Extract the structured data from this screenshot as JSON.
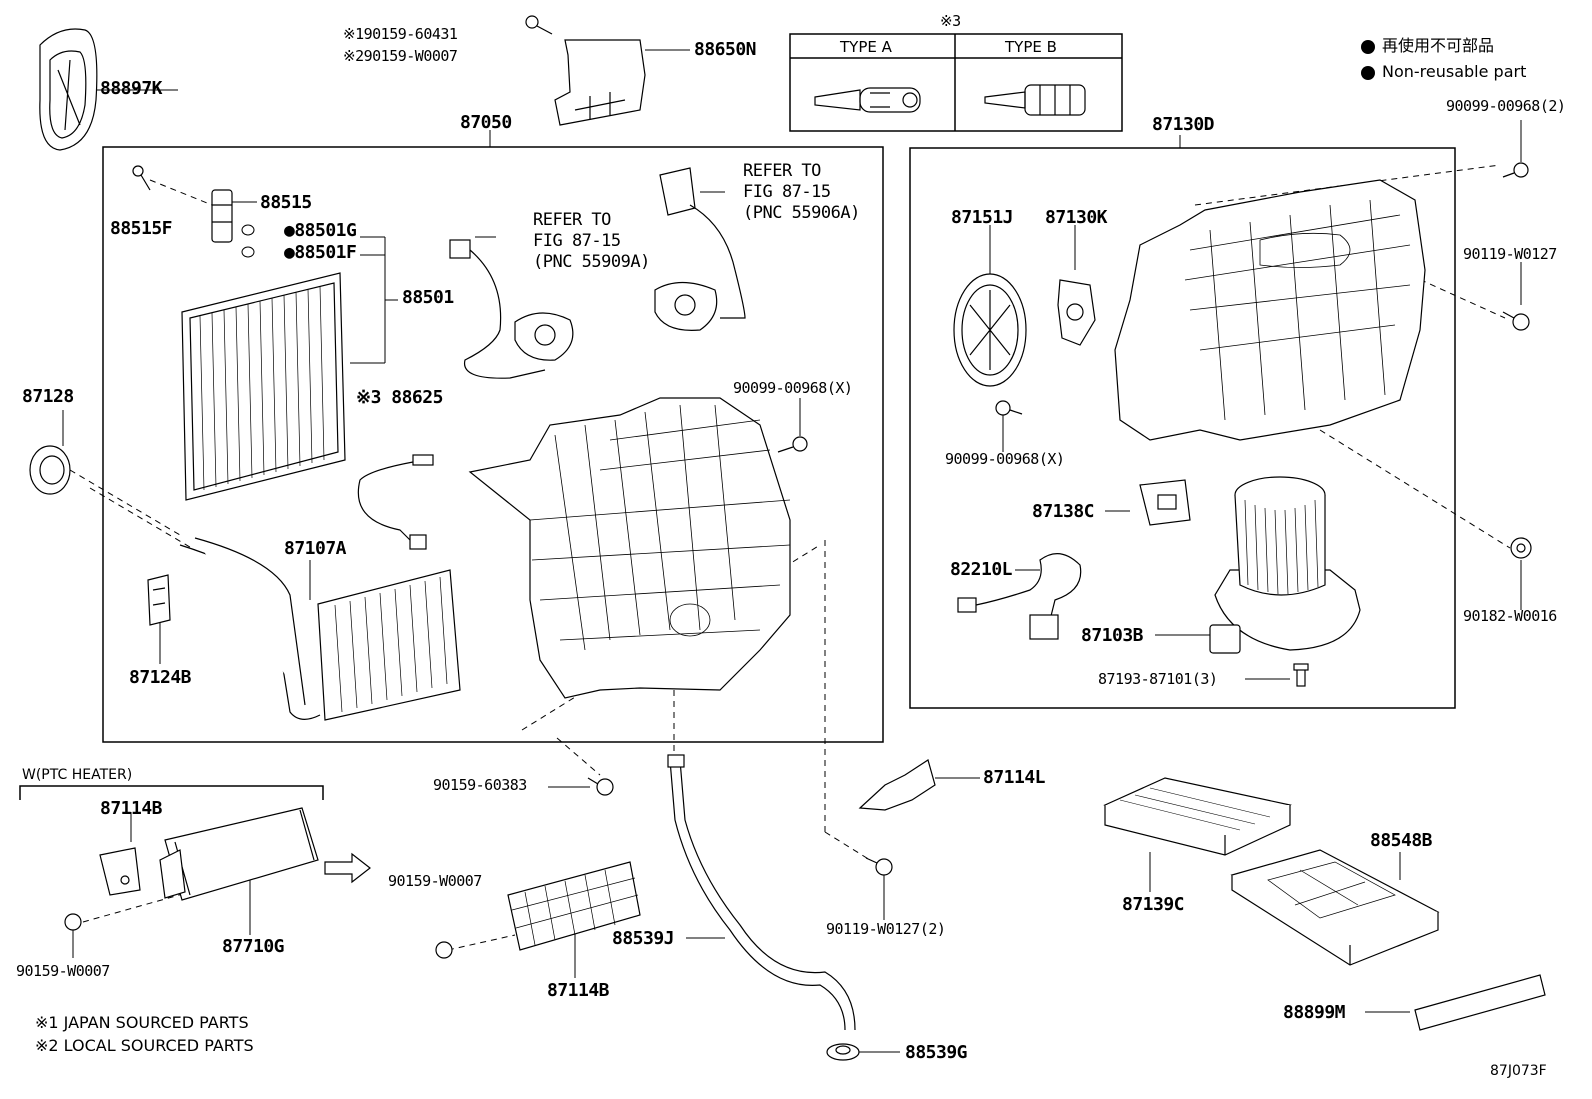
{
  "parts": {
    "p88897K": "88897K",
    "p90159_60431": "※190159-60431",
    "p90159_W0007_top": "※290159-W0007",
    "p88650N": "88650N",
    "p87050": "87050",
    "p88515F": "88515F",
    "p88515": "88515",
    "p88501G": "●88501G",
    "p88501F": "●88501F",
    "p88501": "88501",
    "p87128": "87128",
    "p88625": "※3 88625",
    "p87107A": "87107A",
    "p87124B": "87124B",
    "p90099_x_main": "90099-00968(X)",
    "refer1": [
      "REFER TO",
      "FIG 87-15",
      "(PNC 55906A)"
    ],
    "refer2": [
      "REFER TO",
      "FIG 87-15",
      "(PNC 55909A)"
    ],
    "p87130D": "87130D",
    "p87151J": "87151J",
    "p87130K": "87130K",
    "p90099_x_blower": "90099-00968(X)",
    "p87138C": "87138C",
    "p82210L": "82210L",
    "p87103B": "87103B",
    "p87193": "87193-87101(3)",
    "p90099_2": "90099-00968(2)",
    "p90119_W0127": "90119-W0127",
    "p90182_W0016": "90182-W0016",
    "p90159_60383": "90159-60383",
    "p87114L": "87114L",
    "p87114B_a": "87114B",
    "p90159_W0007_a": "90159-W0007",
    "p87710G": "87710G",
    "p90159_W0007_b": "90159-W0007",
    "p87114B_b": "87114B",
    "p88539J": "88539J",
    "p88539G": "88539G",
    "p90119_W0127_2": "90119-W0127(2)",
    "p87139C": "87139C",
    "p88548B": "88548B",
    "p88899M": "88899M"
  },
  "type_box": {
    "ref": "※3",
    "type_a": "TYPE A",
    "type_b": "TYPE B"
  },
  "legend": {
    "jp": "● 再使用不可部品",
    "en": "● Non-reusable part"
  },
  "ptc": {
    "label": "W(PTC HEATER)"
  },
  "notes": {
    "n1": "※1 JAPAN SOURCED PARTS",
    "n2": "※2 LOCAL SOURCED PARTS"
  },
  "figure_id": "87J073F"
}
